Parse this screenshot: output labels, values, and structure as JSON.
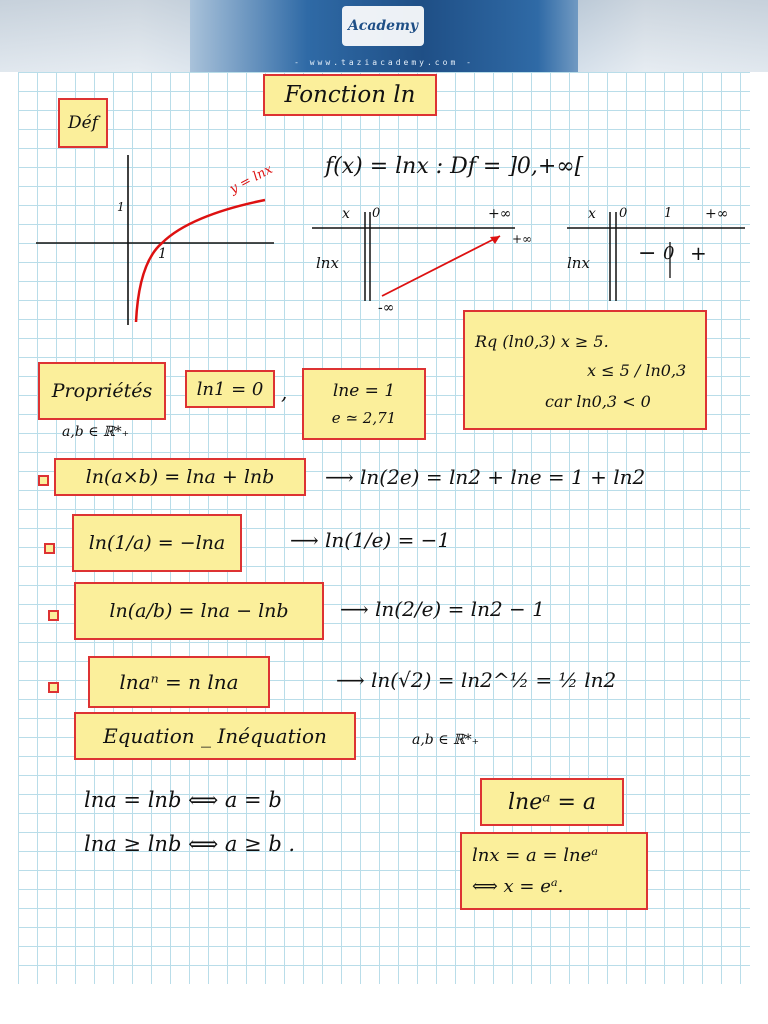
{
  "banner": {
    "logo": "Academy",
    "url": "- www.taziacademy.com -"
  },
  "title": "Fonction ln",
  "def_label": "Déf",
  "graph": {
    "curve_label": "y = lnx",
    "x_tick": "1",
    "y_tick": "1"
  },
  "definition": "f(x) = lnx   : Df = ]0,+∞[",
  "variation_table": {
    "x_label": "x",
    "x_start": "0",
    "x_end": "+∞",
    "row_label": "lnx",
    "low": "-∞",
    "high": "+∞"
  },
  "sign_table": {
    "x_label": "x",
    "x0": "0",
    "x1": "1",
    "x2": "+∞",
    "row_label": "lnx",
    "minus": "−",
    "zero": "0",
    "plus": "+"
  },
  "remark": {
    "l1": "Rq  (ln0,3) x ≥ 5.",
    "l2": "x ≤ 5 / ln0,3",
    "l3": "car ln0,3 < 0"
  },
  "properties_label": "Propriétés",
  "prop_ln1": "ln1 = 0",
  "comma": ",",
  "prop_lne": "lne = 1",
  "prop_e": "e ≃ 2,71",
  "domain_ab": "a,b ∈ ℝ*₊",
  "rules": [
    {
      "formula": "ln(a×b) = lna + lnb",
      "example": "⟶  ln(2e) = ln2 + lne = 1 + ln2"
    },
    {
      "formula": "ln(1/a) = −lna",
      "example": "⟶  ln(1/e) = −1"
    },
    {
      "formula": "ln(a/b) = lna − lnb",
      "example": "⟶  ln(2/e) = ln2 − 1"
    },
    {
      "formula": "lnaⁿ = n lna",
      "example": "⟶  ln(√2) = ln2^½ = ½ ln2"
    }
  ],
  "equation_label": "Equation _ Inéquation",
  "domain_ab2": "a,b ∈ ℝ*₊",
  "eq1": "lna = lnb  ⟺  a = b",
  "eq2": "lna ≥ lnb  ⟺  a ≥ b .",
  "lnea": "lneᵃ = a",
  "solve_l1": "lnx = a = lneᵃ",
  "solve_l2": "⟺  x = eᵃ."
}
